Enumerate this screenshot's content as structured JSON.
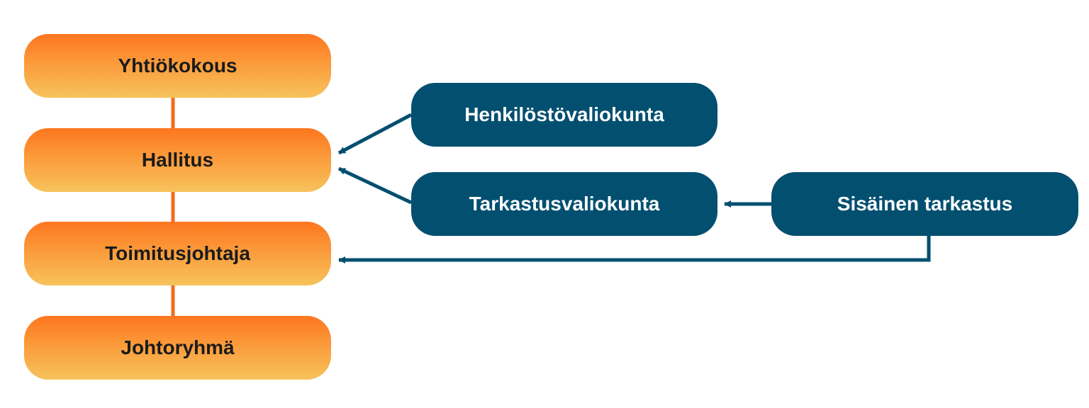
{
  "nodes": {
    "yhtiokokous": "Yhtiökokous",
    "hallitus": "Hallitus",
    "toimitusjohtaja": "Toimitusjohtaja",
    "johtoryhma": "Johtoryhmä",
    "henkilostovaliokunta": "Henkilöstövaliokunta",
    "tarkastusvaliokunta": "Tarkastusvaliokunta",
    "sisainen_tarkastus": "Sisäinen tarkastus"
  },
  "colors": {
    "orange_top": "#fd761f",
    "orange_bottom": "#f7c35c",
    "connector_orange": "#f36b1c",
    "blue": "#024f70",
    "text_dark": "#1b1b1b",
    "text_light": "#ffffff"
  }
}
